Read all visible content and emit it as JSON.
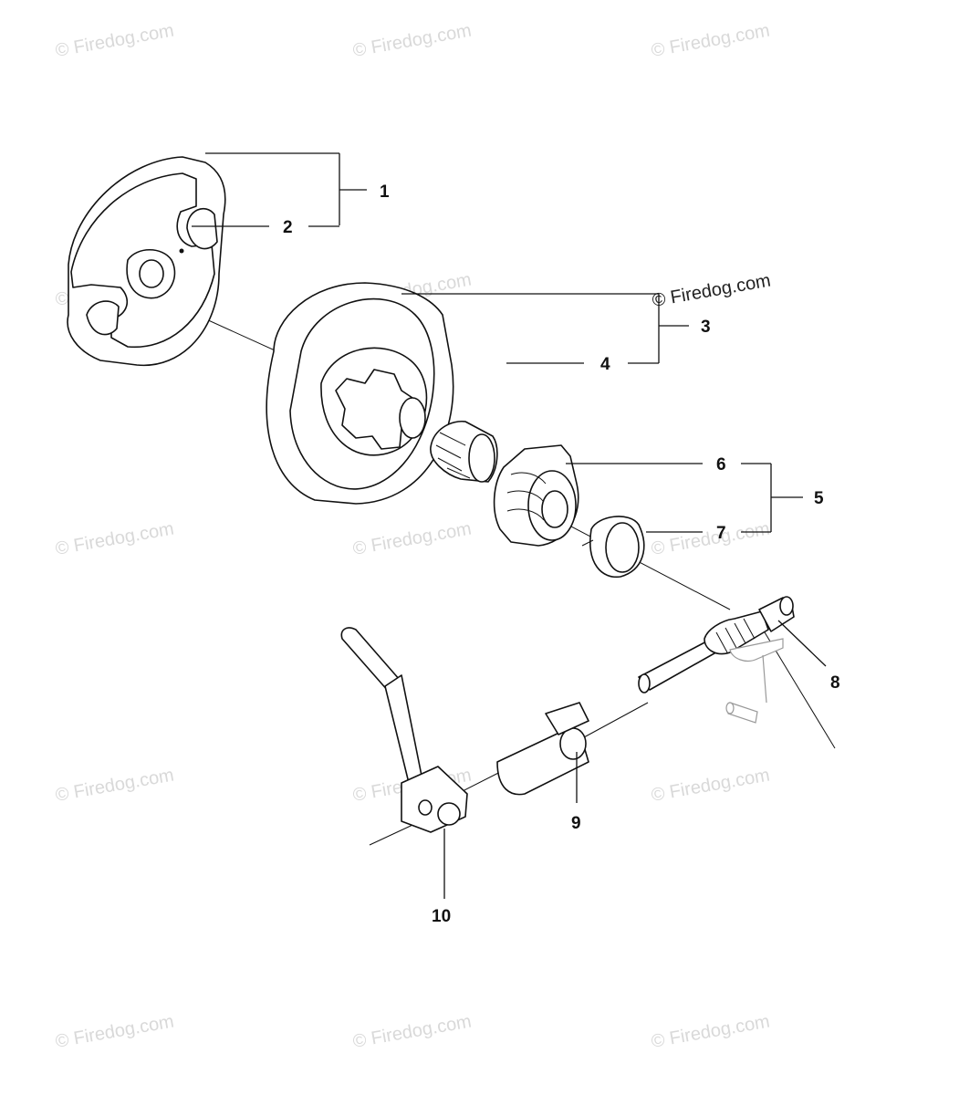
{
  "watermark": {
    "text": "© Firedog.com"
  },
  "header_watermark": {
    "text": "© Firedog.com"
  },
  "callouts": [
    {
      "id": "callout-1",
      "label": "1"
    },
    {
      "id": "callout-2",
      "label": "2"
    },
    {
      "id": "callout-3",
      "label": "3"
    },
    {
      "id": "callout-4",
      "label": "4"
    },
    {
      "id": "callout-5",
      "label": "5"
    },
    {
      "id": "callout-6",
      "label": "6"
    },
    {
      "id": "callout-7",
      "label": "7"
    },
    {
      "id": "callout-8",
      "label": "8"
    },
    {
      "id": "callout-9",
      "label": "9"
    },
    {
      "id": "callout-10",
      "label": "10"
    }
  ]
}
